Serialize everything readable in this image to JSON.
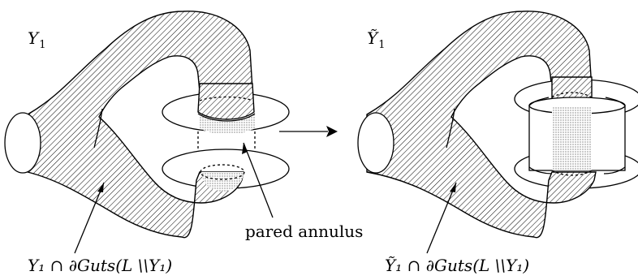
{
  "left": {
    "name_main": "Y",
    "name_sub": "1",
    "bottom_label": "Y₁ ∩ ∂Guts(L \\\\Y₁)"
  },
  "right": {
    "name_main": "Ỹ",
    "name_sub": "1",
    "bottom_label": "Ỹ₁ ∩ ∂Guts(L \\\\Y₁)"
  },
  "middle": {
    "annulus_label": "pared annulus"
  }
}
